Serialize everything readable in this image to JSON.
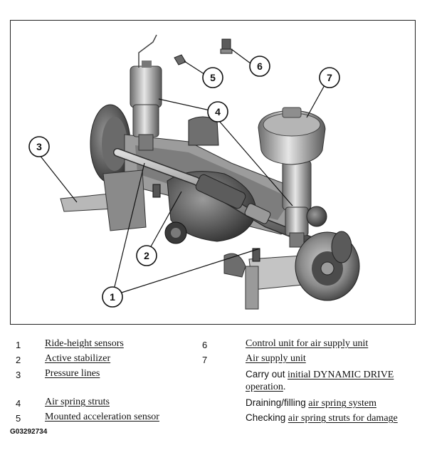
{
  "callouts": [
    "1",
    "2",
    "3",
    "4",
    "5",
    "6",
    "7"
  ],
  "legend": [
    {
      "number": "1",
      "label": "Ride-height sensors"
    },
    {
      "number": "2",
      "label": "Active stabilizer"
    },
    {
      "number": "3",
      "label": "Pressure lines"
    },
    {
      "number": "4",
      "label": "Air spring struts"
    },
    {
      "number": "5",
      "label": "Mounted acceleration sensor"
    },
    {
      "number": "6",
      "label": "Control unit for air supply unit"
    },
    {
      "number": "7",
      "label": "Air supply unit"
    }
  ],
  "actions": [
    {
      "prefix": "Carry out",
      "link_line1": "initial DYNAMIC DRIVE",
      "link_line2": "operation",
      "suffix": "."
    },
    {
      "prefix": "Draining/filling",
      "link": "air spring system"
    },
    {
      "prefix": "Checking",
      "link": "air spring struts for damage"
    }
  ],
  "figure_id": "G03292734",
  "colors": {
    "line": "#111111",
    "metal_dark": "#4a4a4a",
    "metal_mid": "#8a8a8a",
    "metal_light": "#cfcfcf"
  }
}
